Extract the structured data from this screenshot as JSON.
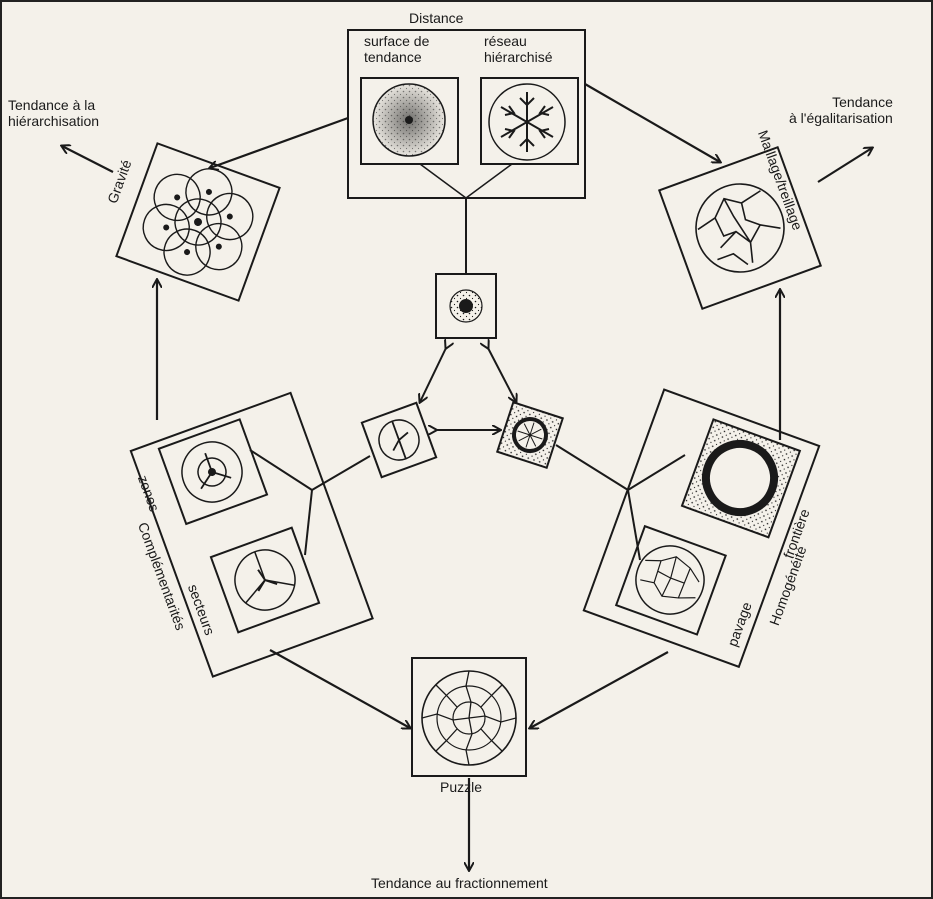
{
  "labels": {
    "distance": "Distance",
    "surface": "surface de\ntendance",
    "reseau": "réseau\nhiérarchisé",
    "tendance_hier": "Tendance à la\nhiérarchisation",
    "tendance_egal": "Tendance\nà l'égalitarisation",
    "tendance_frac": "Tendance au fractionnement",
    "gravite": "Gravité",
    "maillage": "Maillage/treillage",
    "zones": "zones",
    "secteurs": "secteurs",
    "complementarites": "Complémentarités",
    "frontiere": "frontière",
    "pavage": "pavage",
    "homogeneite": "Homogénéité",
    "puzzle": "Puzzle"
  },
  "colors": {
    "ink": "#1a1a1a",
    "paper": "#f4f1ea"
  }
}
